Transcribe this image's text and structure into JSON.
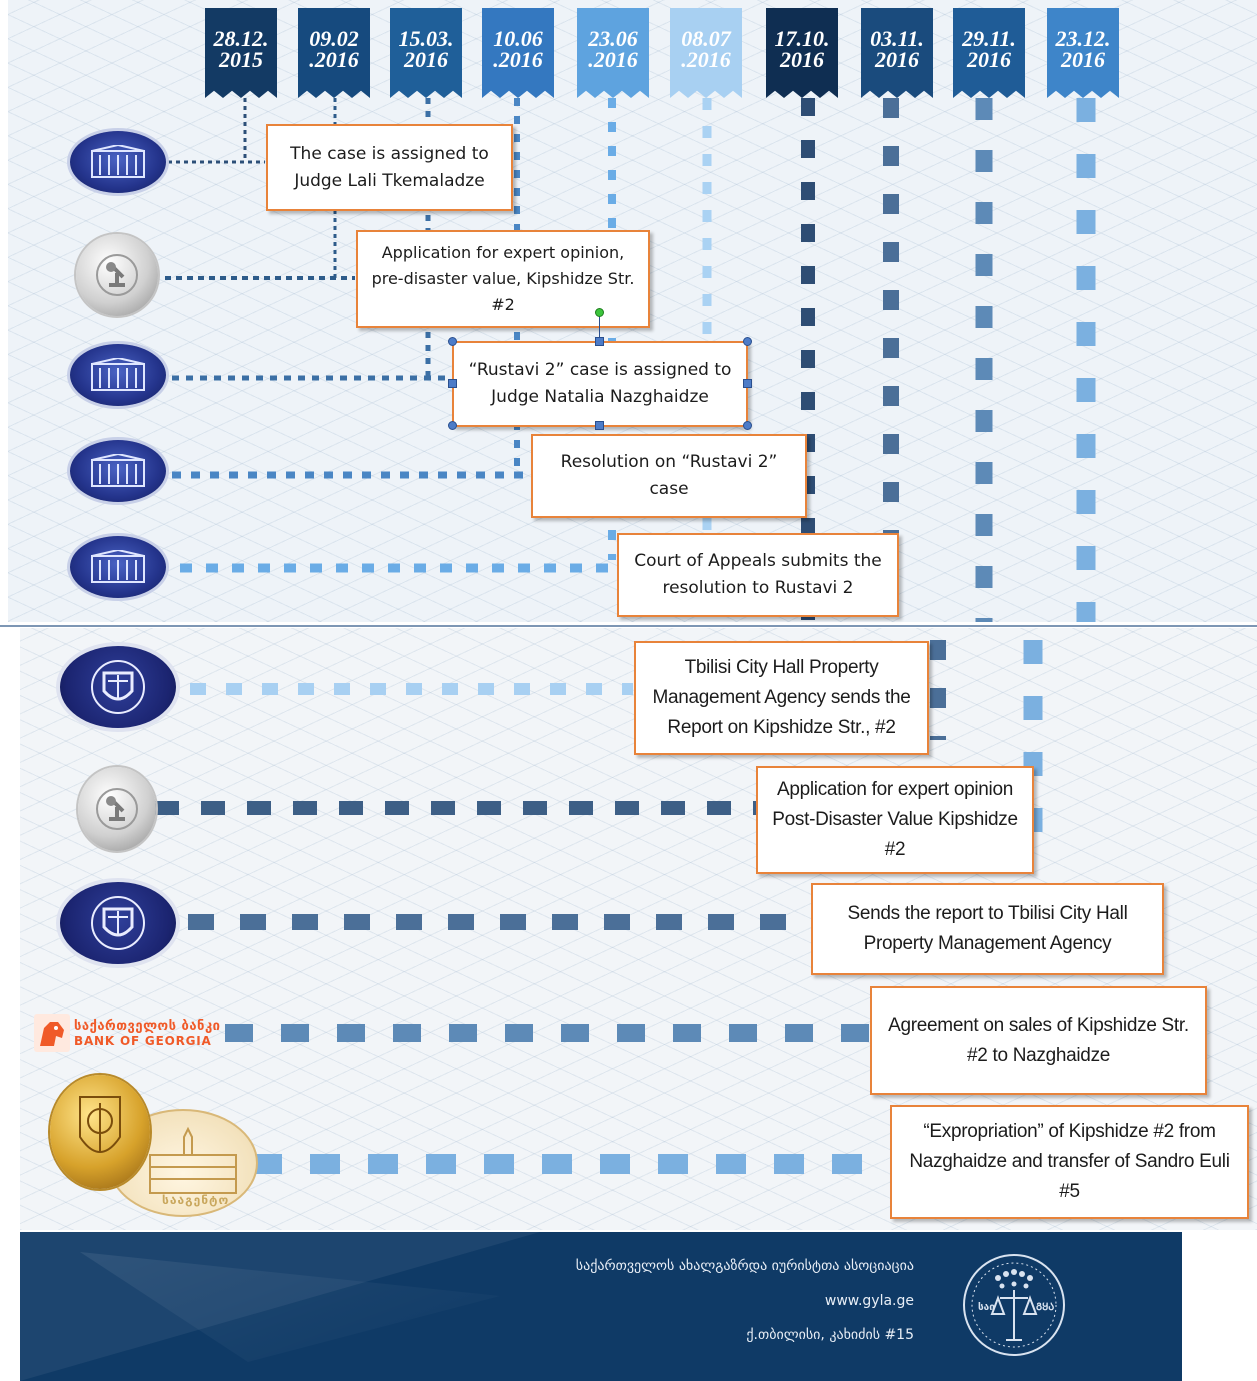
{
  "dates": [
    "28.12.\n2015",
    "09.02\n.2016",
    "15.03.\n2016",
    "10.06\n.2016",
    "23.06\n.2016",
    "08.07\n.2016",
    "17.10.\n2016",
    "03.11.\n2016",
    "29.11.\n2016",
    "23.12.\n2016"
  ],
  "date_lines": [
    [
      "28.12.",
      "2015"
    ],
    [
      "09.02",
      ".2016"
    ],
    [
      "15.03.",
      "2016"
    ],
    [
      "10.06",
      ".2016"
    ],
    [
      "23.06",
      ".2016"
    ],
    [
      "08.07",
      ".2016"
    ],
    [
      "17.10.",
      "2016"
    ],
    [
      "03.11.",
      "2016"
    ],
    [
      "29.11.",
      "2016"
    ],
    [
      "23.12.",
      "2016"
    ]
  ],
  "date_colors": [
    "#133a64",
    "#164a7e",
    "#1f5f99",
    "#3478c0",
    "#5ea3df",
    "#a8d0f2",
    "#0f2e52",
    "#1a4b7d",
    "#1f5c97",
    "#3e85c9"
  ],
  "events": {
    "e1": "The case is assigned to Judge Lali Tkemaladze",
    "e2": "Application for expert opinion, pre-disaster value, Kipshidze Str. #2",
    "e3": "“Rustavi 2” case is assigned to Judge Natalia Nazghaidze",
    "e4": "Resolution on “Rustavi 2” case",
    "e5": "Court of Appeals submits the resolution to Rustavi 2",
    "e6": "Tbilisi City Hall Property Management Agency sends the Report on Kipshidze Str., #2",
    "e7": "Application for expert opinion Post-Disaster Value Kipshidze #2",
    "e8": "Sends the report to Tbilisi City Hall Property Management Agency",
    "e9": "Agreement on sales of Kipshidze Str. #2 to Nazghaidze",
    "e10": "“Expropriation” of Kipshidze #2 from Nazghaidze and transfer of Sandro Euli #5"
  },
  "bank_of_georgia": {
    "line1": "საქართველოს ბანკი",
    "line2": "BANK OF GEORGIA"
  },
  "registry_label": "სააგენტო",
  "footer": {
    "org_name": "საქართველოს ახალგაზრდა იურისტთა ასოციაცია",
    "website": "www.gyla.ge",
    "address": "ქ.თბილისი, კახიძის #15"
  },
  "icons": {
    "court": "court-building-seal-icon",
    "expert": "forensic-expertise-seal-icon",
    "agency": "city-hall-agency-seal-icon",
    "bank": "bank-of-georgia-logo",
    "registry": "public-registry-seal-icon",
    "footer_logo": "gyla-logo"
  },
  "colors": {
    "box_border": "#e8833a",
    "footer_bg": "#0f3a66",
    "court_seal": "#24348c"
  }
}
